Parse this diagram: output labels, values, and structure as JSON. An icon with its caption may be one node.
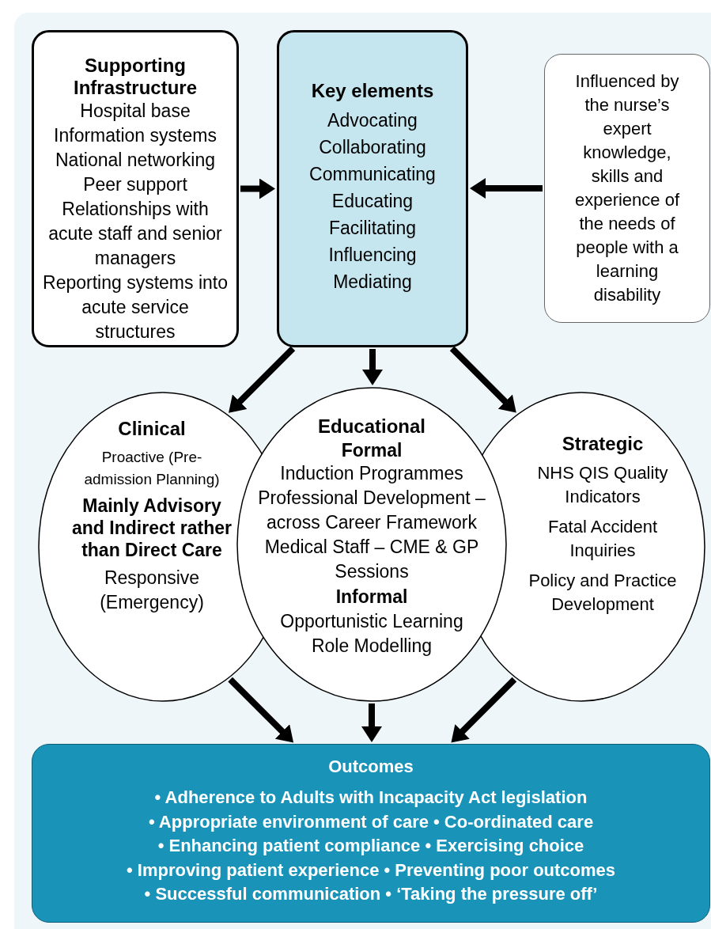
{
  "diagram": {
    "nodes": [
      {
        "text": [
          "Supporting Infrastructure",
          "Hospital base",
          "Information systems",
          "National networking",
          "Peer support",
          "Relationships with acute staff and senior managers",
          "Reporting systems into acute service structures"
        ]
      },
      {
        "text": [
          "Key elements",
          "Advocating",
          "Collaborating",
          "Communicating",
          "Educating",
          "Facilitating",
          "Influencing",
          "Mediating"
        ]
      },
      {
        "text": [
          "Influenced by the nurse’s expert knowledge, skills and experience of the needs of people with a learning disability"
        ]
      },
      {
        "text": [
          "Clinical",
          "Proactive (Pre-admission Planning)",
          "Mainly Advisory and Indirect rather than Direct Care",
          "Responsive (Emergency)"
        ]
      },
      {
        "text": [
          "Educational",
          "Formal",
          "Induction Programmes",
          "Professional Development – across Career Framework",
          "Medical Staff – CME & GP Sessions",
          "Informal",
          "Opportunistic Learning",
          "Role Modelling"
        ]
      },
      {
        "text": [
          "Strategic",
          "NHS QIS Quality Indicators",
          "Fatal Accident Inquiries",
          "Policy and Practice Development"
        ]
      },
      {
        "text": [
          "Outcomes",
          "• Adherence to Adults with Incapacity Act legislation",
          "• Appropriate environment of care • Co-ordinated care",
          "• Enhancing patient compliance • Exercising choice",
          "• Improving patient experience • Preventing poor outcomes",
          "• Successful communication • ‘Taking the pressure off’"
        ]
      }
    ],
    "edges": [
      {
        "from": 0,
        "to": 1,
        "arrow": "to"
      },
      {
        "from": 2,
        "to": 1,
        "arrow": "to"
      },
      {
        "from": 1,
        "to": 3,
        "arrow": "to"
      },
      {
        "from": 1,
        "to": 4,
        "arrow": "to"
      },
      {
        "from": 1,
        "to": 5,
        "arrow": "to"
      },
      {
        "from": 3,
        "to": 6,
        "arrow": "to"
      },
      {
        "from": 4,
        "to": 6,
        "arrow": "to"
      },
      {
        "from": 5,
        "to": 6,
        "arrow": "to"
      }
    ]
  }
}
